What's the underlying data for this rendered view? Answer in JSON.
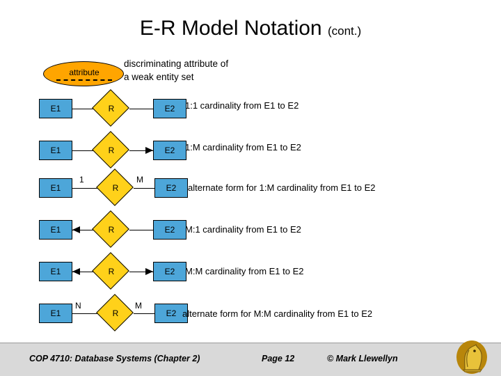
{
  "slide": {
    "title": "E-R Model Notation",
    "title_suffix": "(cont.)",
    "attribute_ellipse": {
      "label": "attribute",
      "note_line1": "discriminating attribute of",
      "note_line2": "a weak entity set"
    },
    "rows": [
      {
        "entity_left": "E1",
        "relationship": "R",
        "entity_right": "E2",
        "description": "1:1 cardinality from E1 to E2",
        "left_card": "",
        "right_card": ""
      },
      {
        "entity_left": "E1",
        "relationship": "R",
        "entity_right": "E2",
        "description": "1:M cardinality from E1 to E2",
        "left_card": "",
        "right_card": ""
      },
      {
        "entity_left": "E1",
        "relationship": "R",
        "entity_right": "E2",
        "description": "alternate form for 1:M cardinality from E1 to E2",
        "left_card": "1",
        "right_card": "M"
      },
      {
        "entity_left": "E1",
        "relationship": "R",
        "entity_right": "E2",
        "description": "M:1 cardinality from E1 to E2",
        "left_card": "",
        "right_card": ""
      },
      {
        "entity_left": "E1",
        "relationship": "R",
        "entity_right": "E2",
        "description": "M:M cardinality from E1 to E2",
        "left_card": "",
        "right_card": ""
      },
      {
        "entity_left": "E1",
        "relationship": "R",
        "entity_right": "E2",
        "description": "alternate form for M:M cardinality from E1 to E2",
        "left_card": "N",
        "right_card": "M"
      }
    ],
    "footer": {
      "left": "COP 4710: Database Systems  (Chapter 2)",
      "center": "Page 12",
      "right": "© Mark Llewellyn"
    },
    "colors": {
      "entity_fill": "#4DA6D9",
      "relationship_fill": "#FFD11A",
      "attribute_fill": "#FFA500",
      "footer_bg": "#D9D9D9"
    }
  }
}
